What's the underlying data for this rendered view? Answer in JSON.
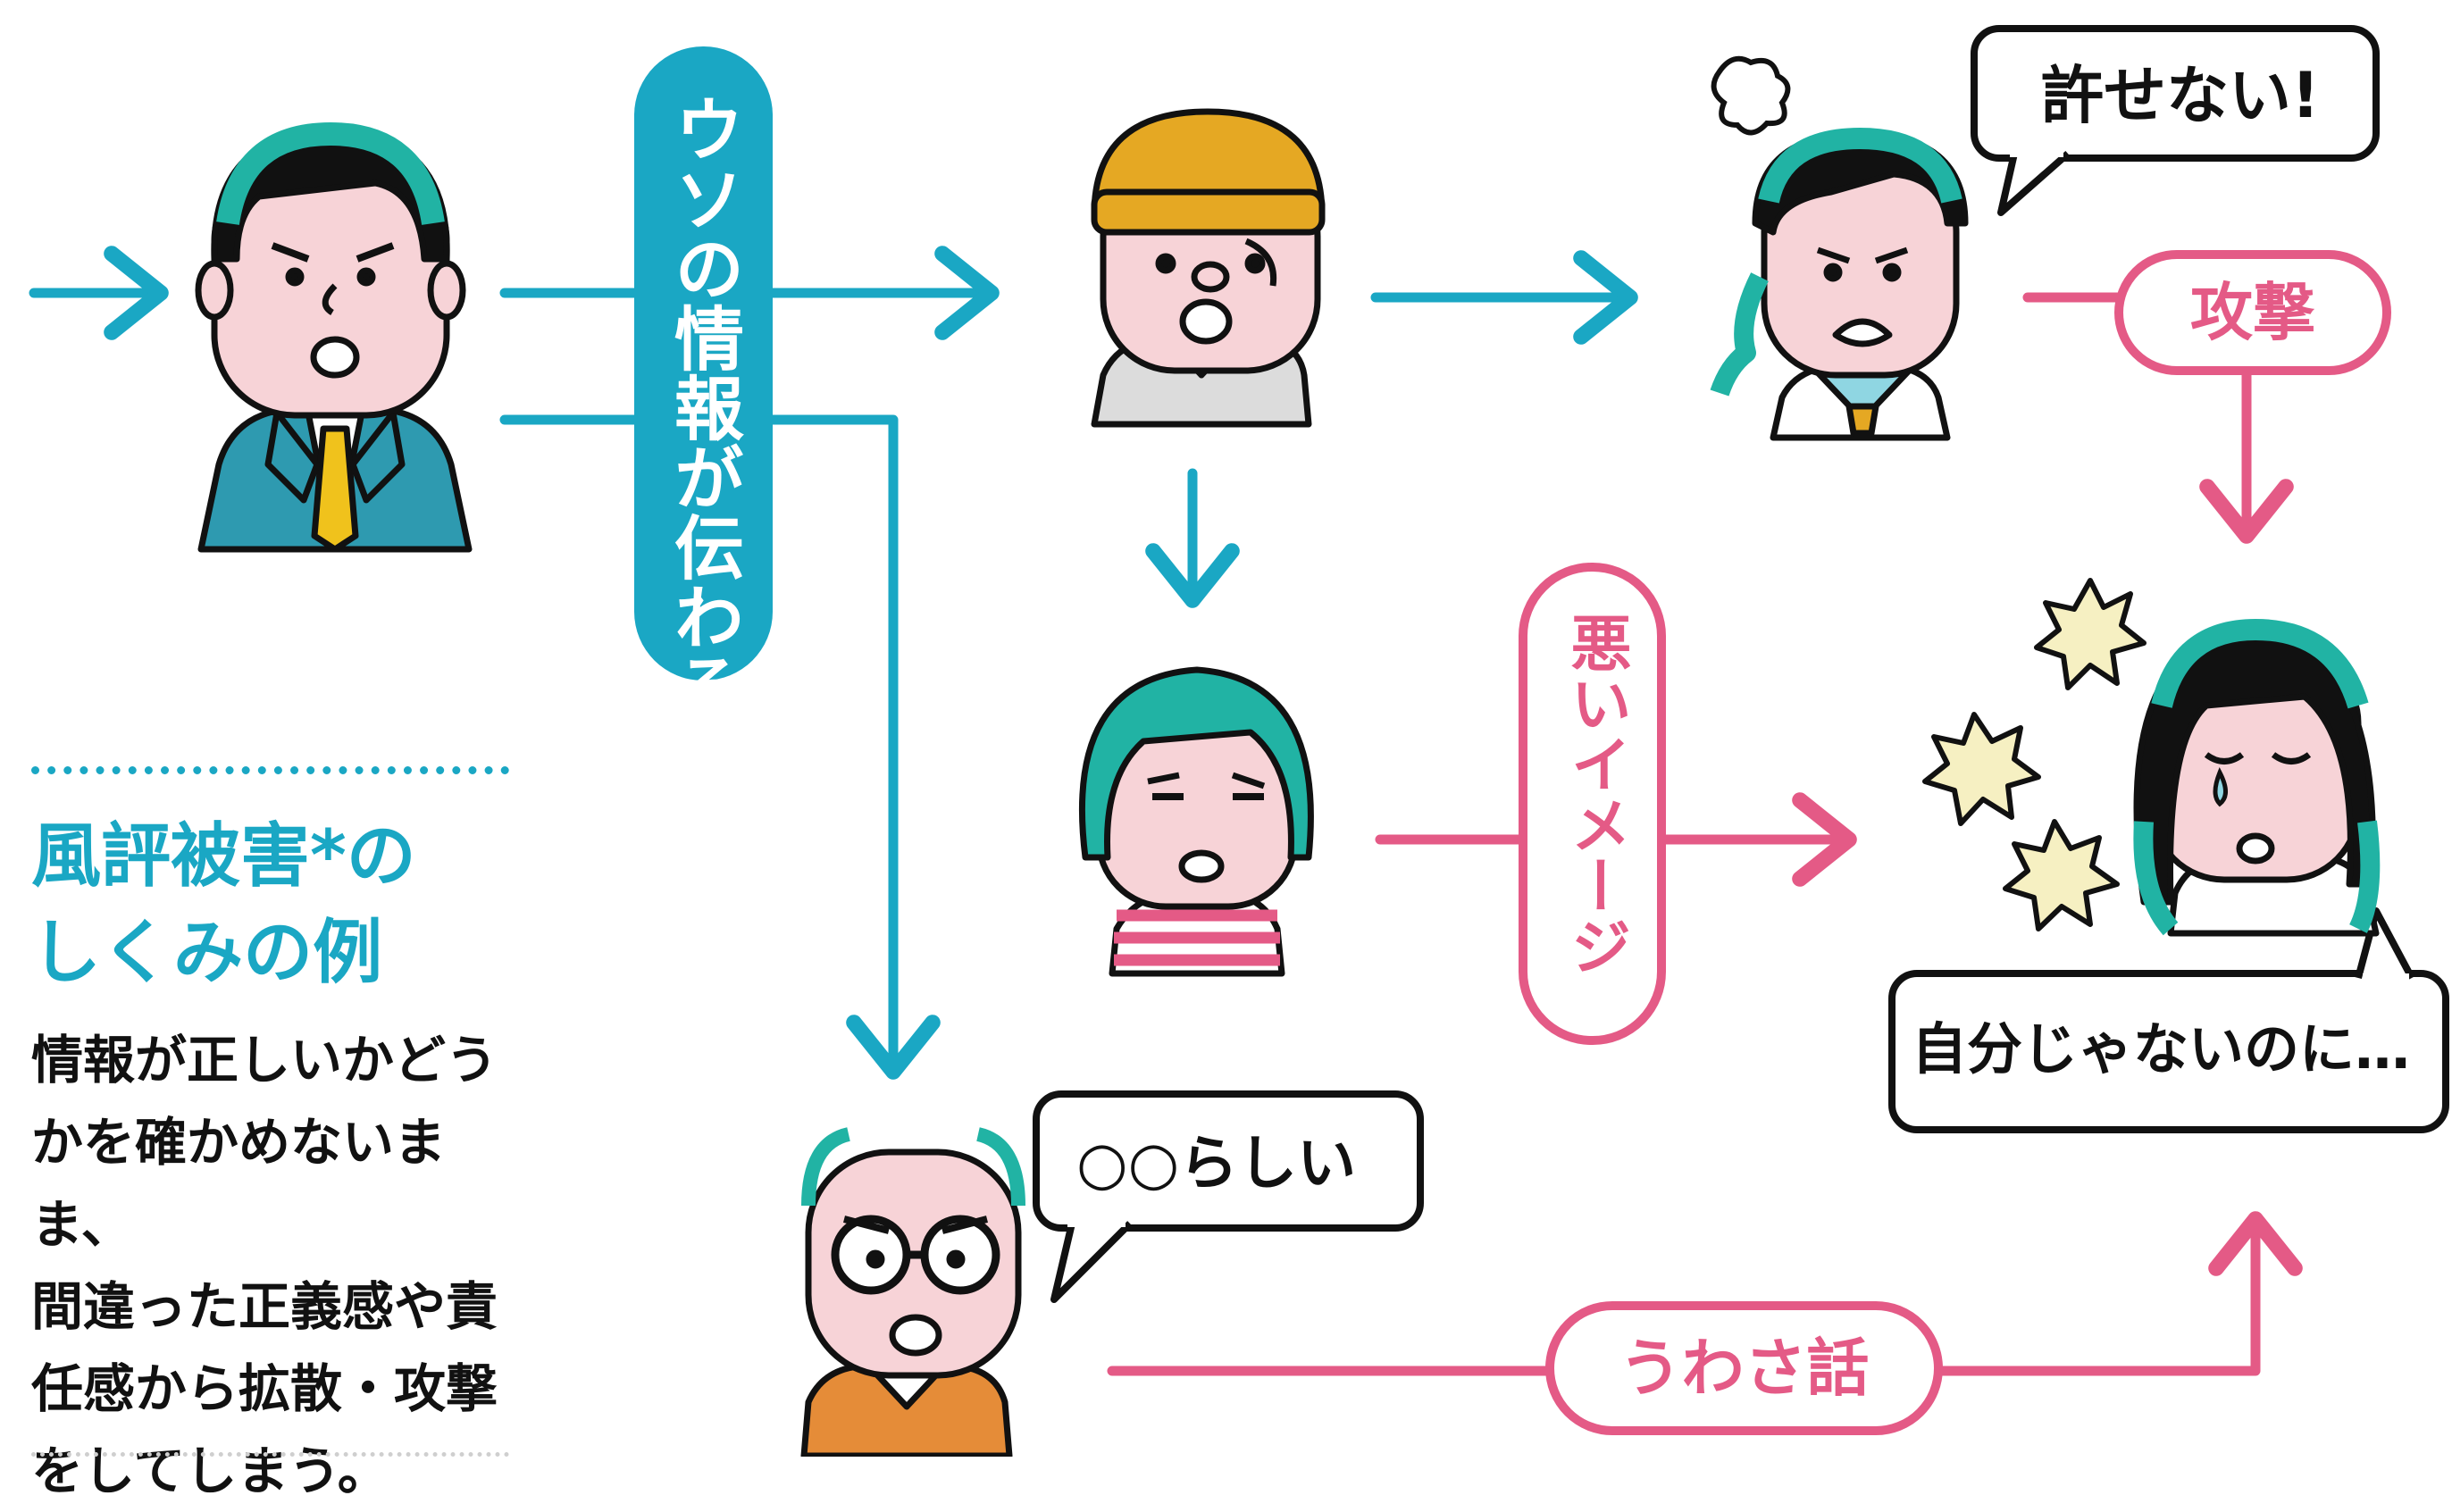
{
  "colors": {
    "blue": "#1aa7c4",
    "pink": "#e45a86",
    "teal_hair": "#21b3a4",
    "skin": "#f7d3d7",
    "outline": "#111111"
  },
  "flow_label": "ウソの情報が伝わる",
  "bubbles": {
    "angry": "許せない!",
    "rumor_old": "○○らしい",
    "victim": "自分じゃないのに…"
  },
  "pills": {
    "attack": "攻撃",
    "bad_image": "悪いイメージ",
    "rumor": "うわさ話"
  },
  "sidebar": {
    "title_line1": "風評被害*の",
    "title_line2": "しくみの例",
    "body": [
      "情報が正しいかどう",
      "かを確かめないまま、",
      "間違った正義感や責",
      "任感から拡散・攻撃",
      "をしてしまう。"
    ]
  },
  "icons": [
    "angry-puff-icon",
    "shock-burst-icon",
    "tear-icon"
  ]
}
